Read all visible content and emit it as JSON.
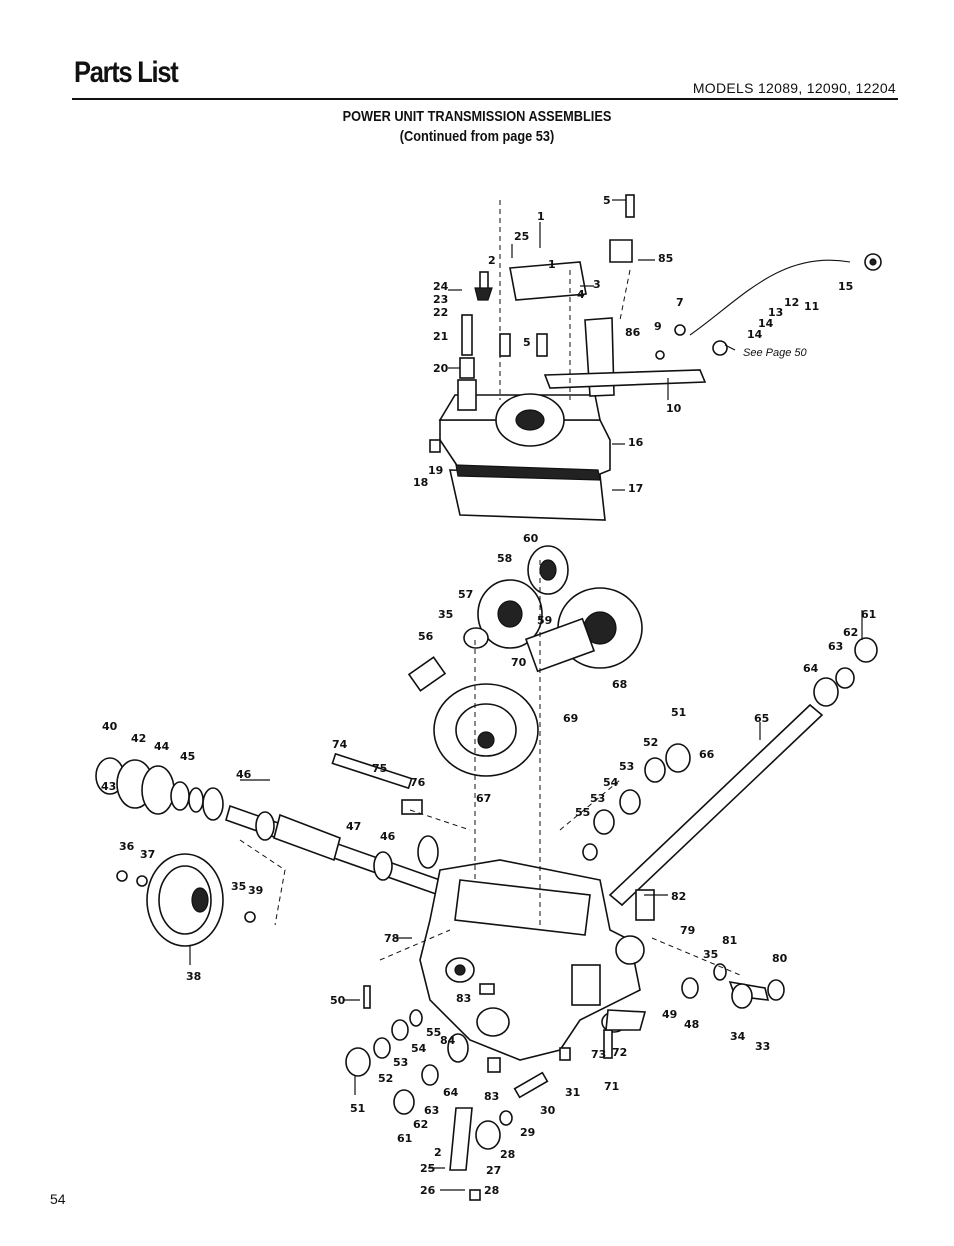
{
  "header": {
    "title": "Parts List",
    "models": "MODELS  12089, 12090, 12204"
  },
  "section": {
    "title_line1": "POWER UNIT TRANSMISSION ASSEMBLIES",
    "title_line2": "(Continued from page 53)"
  },
  "diagram": {
    "see_page_note": "See Page 50",
    "callouts": [
      "1",
      "2",
      "3",
      "4",
      "5",
      "5",
      "7",
      "9",
      "10",
      "11",
      "12",
      "13",
      "14",
      "14",
      "15",
      "16",
      "17",
      "18",
      "19",
      "20",
      "21",
      "22",
      "23",
      "24",
      "25",
      "85",
      "86",
      "60",
      "58",
      "57",
      "35",
      "56",
      "59",
      "61",
      "62",
      "63",
      "64",
      "70",
      "68",
      "69",
      "65",
      "51",
      "52",
      "66",
      "53",
      "54",
      "53",
      "55",
      "40",
      "42",
      "44",
      "45",
      "43",
      "46",
      "74",
      "75",
      "76",
      "67",
      "47",
      "46",
      "36",
      "37",
      "35",
      "39",
      "38",
      "82",
      "78",
      "79",
      "81",
      "35",
      "80",
      "50",
      "83",
      "55",
      "84",
      "54",
      "53",
      "52",
      "51",
      "49",
      "48",
      "34",
      "33",
      "73",
      "72",
      "71",
      "31",
      "30",
      "64",
      "63",
      "62",
      "61",
      "83",
      "29",
      "2",
      "28",
      "27",
      "25",
      "26",
      "28"
    ]
  },
  "page_number": "54"
}
